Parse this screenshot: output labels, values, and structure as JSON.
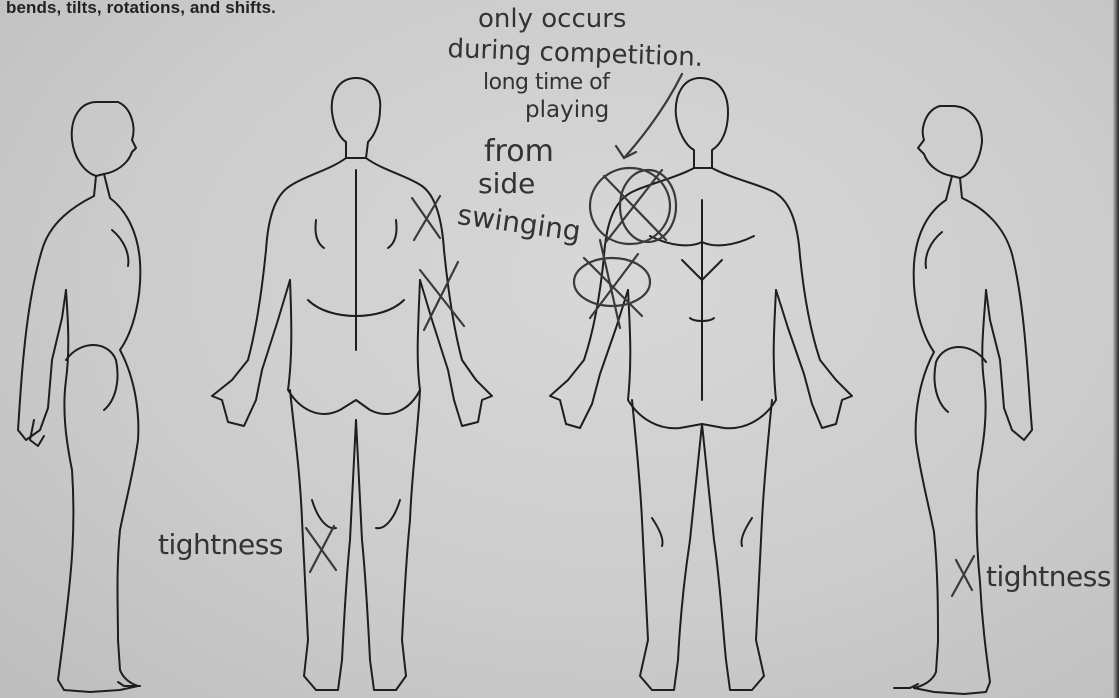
{
  "form": {
    "instruction_text": "bends, tilts, rotations, and shifts."
  },
  "annotations": {
    "note_line1": "only occurs",
    "note_line2": "during competition.",
    "note_line3": "long time of",
    "note_line4": "playing",
    "side_line1": "from",
    "side_line2": "side",
    "side_line3": "swinging",
    "tightness_left": "tightness",
    "tightness_right": "tightness"
  },
  "figures": [
    "left-side-view",
    "back-view",
    "front-view",
    "right-side-view"
  ],
  "colors": {
    "paper": "#cfcfcf",
    "ink": "#1e1e1e",
    "pencil": "#333333"
  }
}
